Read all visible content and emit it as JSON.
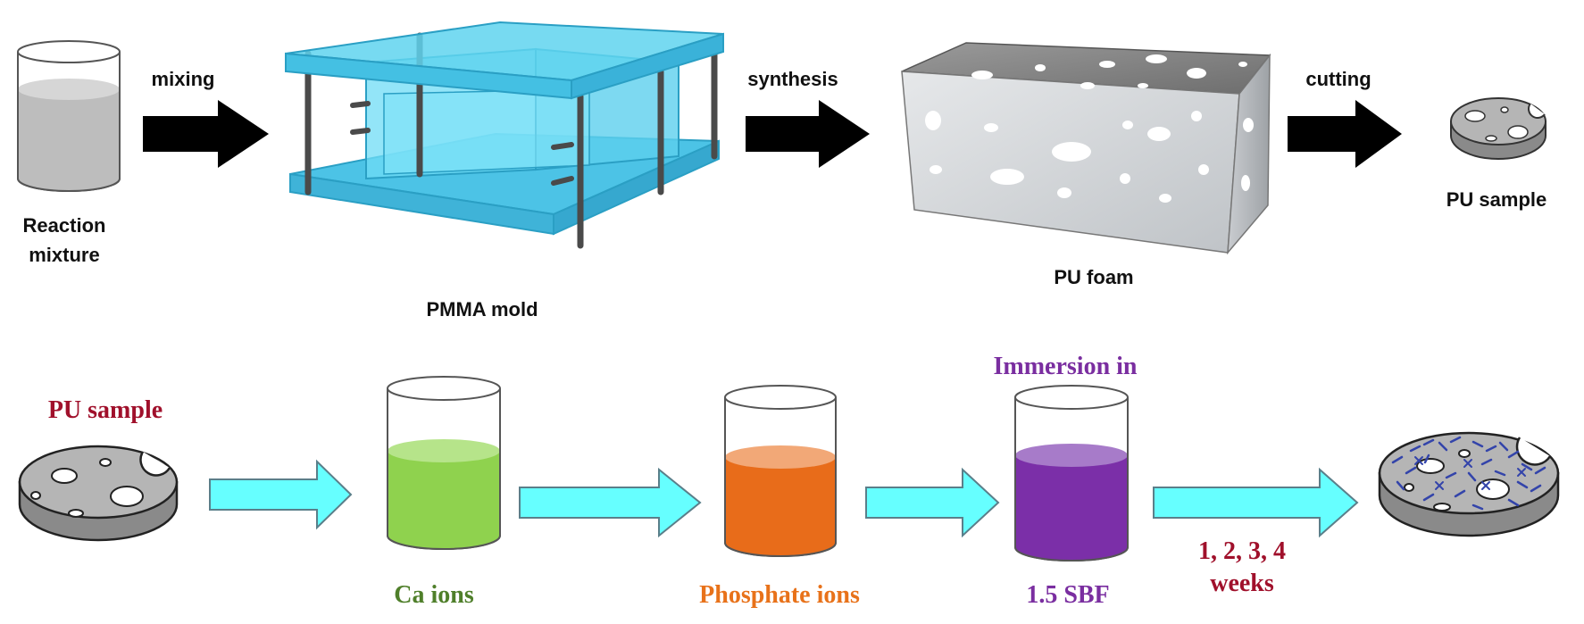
{
  "top_row": {
    "reaction_mixture_line1": "Reaction",
    "reaction_mixture_line2": "mixture",
    "step_mixing": "mixing",
    "pmma_mold": "PMMA mold",
    "step_synthesis": "synthesis",
    "pu_foam": "PU foam",
    "step_cutting": "cutting",
    "pu_sample": "PU sample"
  },
  "bottom_row": {
    "pu_sample": "PU sample",
    "ca_ions": "Ca ions",
    "phosphate_ions": "Phosphate ions",
    "immersion_in": "Immersion in",
    "sbf": "1.5 SBF",
    "duration_line1": "1, 2, 3, 4",
    "duration_line2": "weeks"
  },
  "colors": {
    "reaction_liquid": "#bdbdbd",
    "mold": "#5fd3ef",
    "ca_liquid": "#8fd24e",
    "phosphate_liquid": "#e86c1a",
    "sbf_liquid": "#7b2fa8",
    "cyan_arrow": "#66ffff",
    "sample_red": "#a0102b",
    "ca_label": "#4f7f2a",
    "phosphate_label": "#e8721a",
    "sbf_label": "#7a2ea0",
    "crystal_blue": "#3344aa"
  }
}
